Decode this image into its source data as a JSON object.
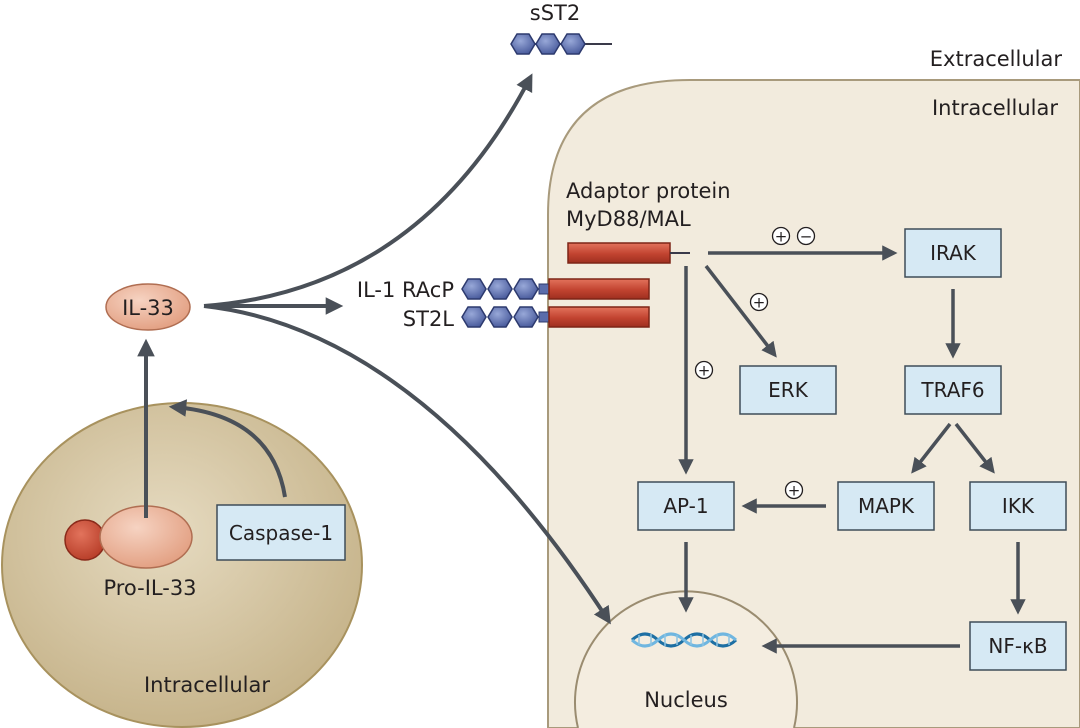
{
  "regions": {
    "extracellular": "Extracellular",
    "intracellular_right": "Intracellular",
    "intracellular_left": "Intracellular"
  },
  "molecules": {
    "sst2": "sST2",
    "il33": "IL-33",
    "pro_il33": "Pro-IL-33",
    "adaptor_line1": "Adaptor protein",
    "adaptor_line2": "MyD88/MAL",
    "il1racp": "IL-1 RAcP",
    "st2l": "ST2L",
    "nucleus": "Nucleus"
  },
  "boxes": {
    "caspase1": "Caspase-1",
    "irak": "IRAK",
    "erk": "ERK",
    "traf6": "TRAF6",
    "ap1": "AP-1",
    "mapk": "MAPK",
    "ikk": "IKK",
    "nfkb": "NF-κB"
  },
  "signs": {
    "plus": "+",
    "minus": "−"
  },
  "colors": {
    "cell_fill": "#d2c3a0",
    "cell_stroke": "#a8925e",
    "membrane_fill": "#f2ebdd",
    "membrane_stroke": "#a89a7c",
    "box_fill": "#d6e9f4",
    "box_stroke": "#3e4c58",
    "arrow": "#4a5058",
    "receptor_red": "#c94d3a",
    "domain_blue": "#5a6cab",
    "il33_fill": "#e8ad92",
    "dna_dark": "#1d6fa3",
    "dna_light": "#6fb6e0"
  }
}
